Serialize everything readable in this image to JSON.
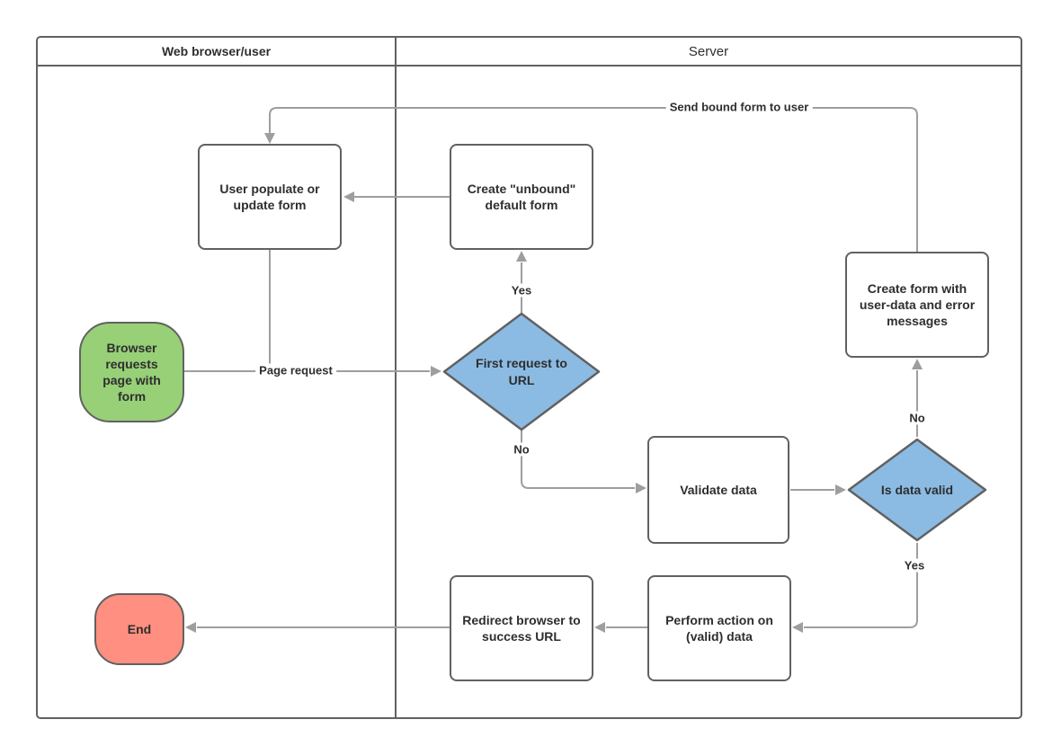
{
  "diagram": {
    "lanes": [
      {
        "label": "Web browser/user"
      },
      {
        "label": "Server"
      }
    ],
    "nodes": {
      "browser_requests": {
        "label": "Browser requests page with form",
        "type": "start-terminator"
      },
      "user_populate": {
        "label": "User populate or update form",
        "type": "process"
      },
      "create_unbound": {
        "label": "Create \"unbound\" default form",
        "type": "process"
      },
      "create_form_errors": {
        "label": "Create form with user-data and error messages",
        "type": "process"
      },
      "first_request": {
        "label": "First request to URL",
        "type": "decision"
      },
      "validate_data": {
        "label": "Validate data",
        "type": "process"
      },
      "is_data_valid": {
        "label": "Is data valid",
        "type": "decision"
      },
      "perform_action": {
        "label": "Perform action on (valid) data",
        "type": "process"
      },
      "redirect_browser": {
        "label": "Redirect browser to success URL",
        "type": "process"
      },
      "end": {
        "label": "End",
        "type": "end-terminator"
      }
    },
    "edge_labels": {
      "page_request": "Page request",
      "send_bound": "Send bound form to user",
      "first_request_yes": "Yes",
      "first_request_no": "No",
      "is_valid_no": "No",
      "is_valid_yes": "Yes"
    },
    "colors": {
      "start_fill": "#97d077",
      "decision_fill": "#8bbbe3",
      "end_fill": "#ff8f80",
      "shape_border": "#616161",
      "lane_border": "#616161",
      "connector": "#9e9e9e",
      "text": "#2e2e2e"
    }
  }
}
